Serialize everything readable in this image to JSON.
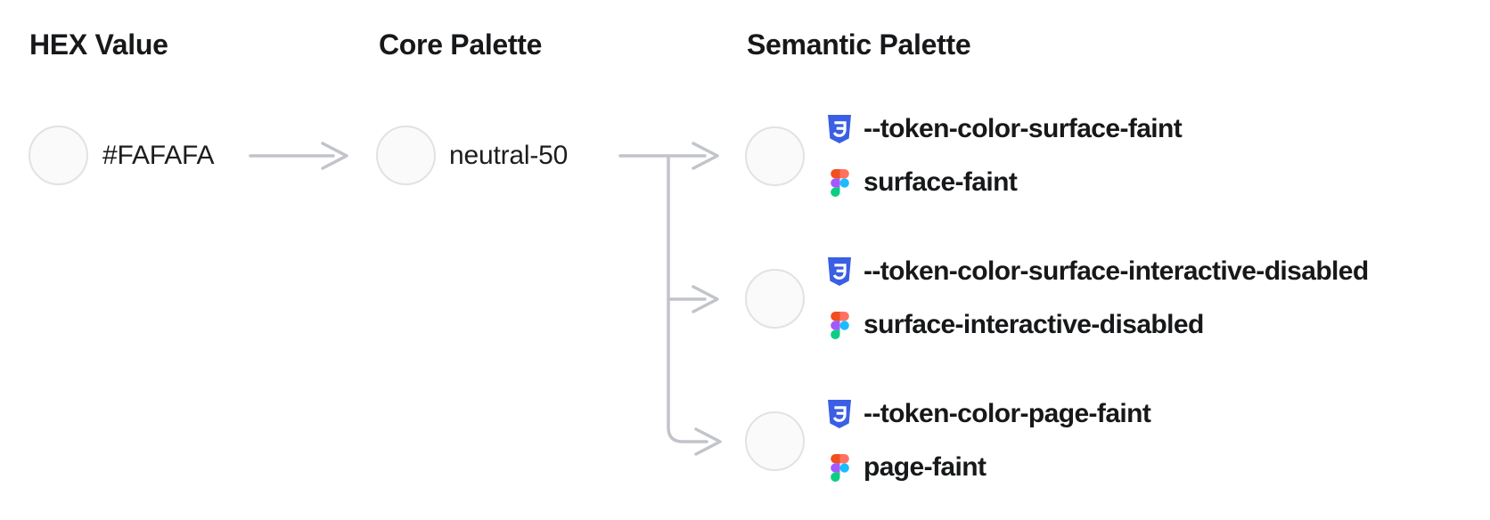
{
  "columns": {
    "hex": {
      "title": "HEX Value"
    },
    "core": {
      "title": "Core Palette"
    },
    "semantic": {
      "title": "Semantic Palette"
    }
  },
  "hex": {
    "label": "#FAFAFA",
    "swatch": "#FAFAFA"
  },
  "core": {
    "label": "neutral-50",
    "swatch": "#FAFAFA"
  },
  "semantic": {
    "tokens": [
      {
        "css_token": "--token-color-surface-faint",
        "figma_token": "surface-faint",
        "swatch": "#FAFAFA"
      },
      {
        "css_token": "--token-color-surface-interactive-disabled",
        "figma_token": "surface-interactive-disabled",
        "swatch": "#FAFAFA"
      },
      {
        "css_token": "--token-color-page-faint",
        "figma_token": "page-faint",
        "swatch": "#FAFAFA"
      }
    ]
  },
  "icons": {
    "css": "css3-shield-icon",
    "figma": "figma-logo-icon"
  },
  "colors": {
    "text": "#17181A",
    "connector": "#C2C4CB",
    "swatch_border": "#E1E2E7",
    "css_icon_blue": "#3A5EE4",
    "figma_red": "#F24E1E",
    "figma_orange": "#FF7262",
    "figma_purple": "#A259FF",
    "figma_blue": "#1ABCFE",
    "figma_green": "#0ACF83"
  }
}
